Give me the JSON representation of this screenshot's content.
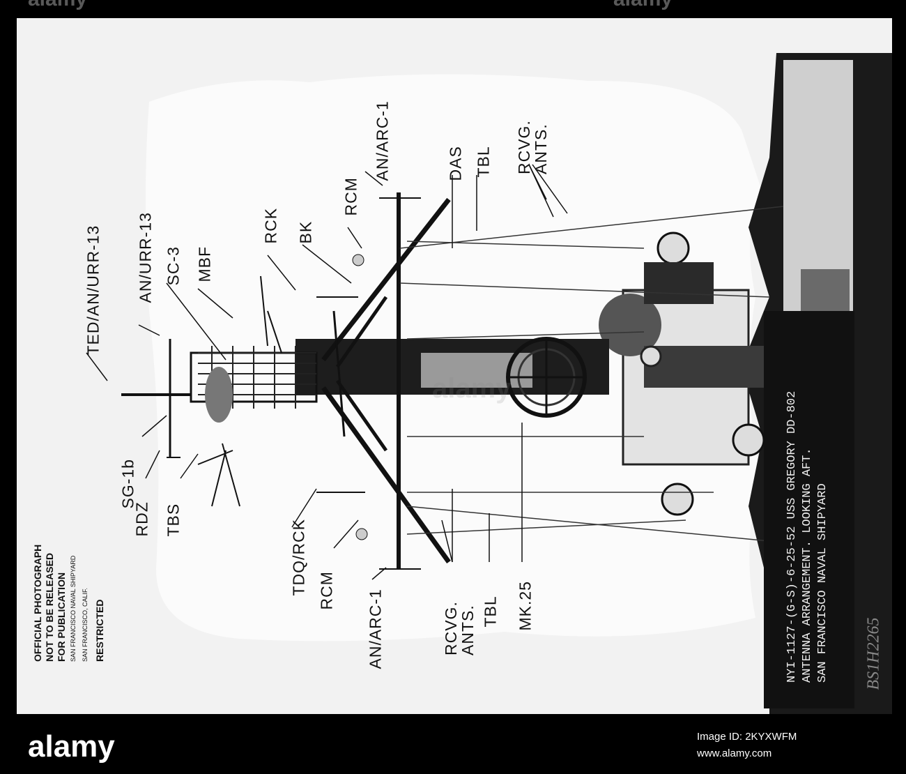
{
  "labels": {
    "ted_urr13": "TED/AN/URR-13",
    "an_urr13": "AN/URR-13",
    "sc3": "SC-3",
    "mbf": "MBF",
    "rck": "RCK",
    "bk": "BK",
    "rcm_top": "RCM",
    "an_arc1_top": "AN/ARC-1",
    "das": "DAS",
    "tbl_top": "TBL",
    "rcvg_top_1": "RCVG.",
    "rcvg_top_2": "ANTS.",
    "sg1b": "SG-1b",
    "rdz": "RDZ",
    "tbs": "TBS",
    "tdq_rck": "TDQ/RCK",
    "rcm_bottom": "RCM",
    "an_arc1_bottom": "AN/ARC-1",
    "rcvg_bottom_1": "RCVG.",
    "rcvg_bottom_2": "ANTS.",
    "tbl_bottom": "TBL",
    "mk25": "MK.25"
  },
  "stamp": {
    "line1": "OFFICIAL PHOTOGRAPH",
    "line2": "NOT TO BE RELEASED",
    "line3": "FOR PUBLICATION",
    "line4": "SAN FRANCISCO NAVAL SHIPYARD",
    "line5": "SAN FRANCISCO, CALIF.",
    "line6": "RESTRICTED"
  },
  "caption": {
    "line1": "NYI-1127-(G-S)-6-25-52  USS GREGORY DD-802",
    "line2": "ANTENNA ARRANGEMENT. LOOKING AFT.",
    "line3": "SAN FRANCISCO NAVAL SHIPYARD"
  },
  "edge_code": "BS1H2265",
  "watermark": {
    "brand": "alamy",
    "top_left": "alamy",
    "top_right": "alamy",
    "center": "alamy",
    "stock_line": "Image ID: 2KYXWFM",
    "url": "www.alamy.com"
  }
}
